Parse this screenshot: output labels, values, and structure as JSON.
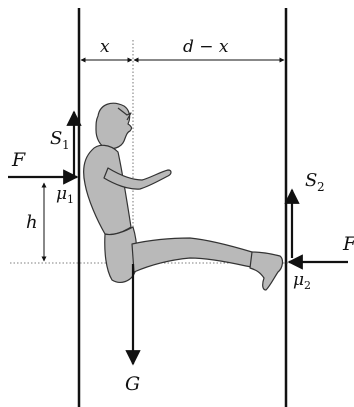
{
  "labels": {
    "x": "x",
    "d_minus_x": "d − x",
    "F_left": "F",
    "F_right": "F",
    "S1": "S",
    "S1_sub": "1",
    "S2": "S",
    "S2_sub": "2",
    "mu1": "μ",
    "mu1_sub": "1",
    "mu2": "μ",
    "mu2_sub": "2",
    "h": "h",
    "G": "G"
  },
  "colors": {
    "ink": "#111111",
    "figure_fill": "#b9b9b9",
    "figure_stroke": "#333333"
  }
}
